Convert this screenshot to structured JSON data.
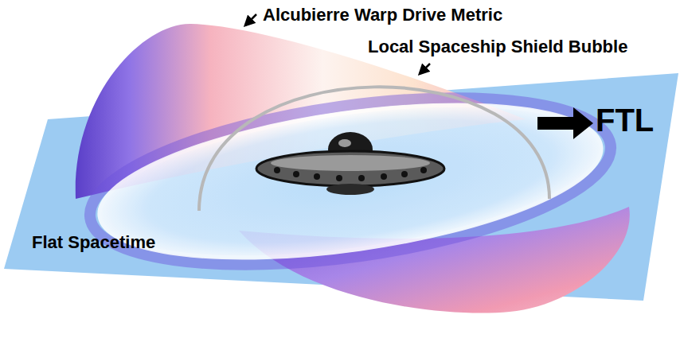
{
  "diagram": {
    "labels": [
      "Alcubierre Warp Drive Metric",
      "Local Spaceship Shield Bubble",
      "FTL",
      "Flat Spacetime"
    ]
  }
}
